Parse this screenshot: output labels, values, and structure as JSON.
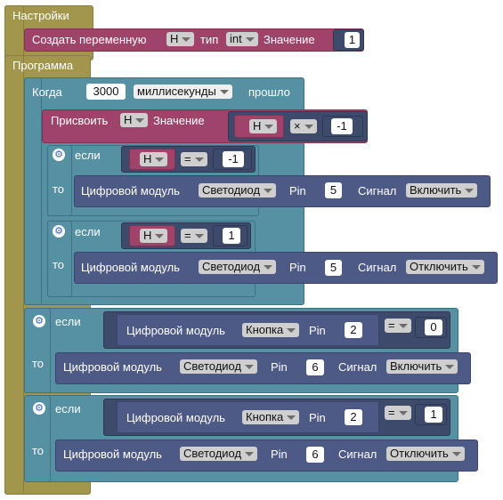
{
  "settings": {
    "title": "Настройки",
    "create_var_label": "Создать переменную",
    "var_name": "H",
    "type_label": "тип",
    "type_value": "int",
    "value_label": "Значение",
    "initial_value": "1"
  },
  "program": {
    "title": "Программа",
    "timer": {
      "when_label": "Когда",
      "interval": "3000",
      "unit": "миллисекунды",
      "elapsed_label": "прошло"
    },
    "assign": {
      "label": "Присвоить",
      "var": "H",
      "value_label": "Значение",
      "op_var": "H",
      "operator": "×",
      "operand": "-1"
    },
    "inner_if_1": {
      "if_label": "если",
      "var": "H",
      "operator": "=",
      "compare": "-1",
      "then_label": "то",
      "action_label": "Цифровой модуль",
      "device": "Светодиод",
      "pin_label": "Pin",
      "pin": "5",
      "signal_label": "Сигнал",
      "signal": "Включить"
    },
    "inner_if_2": {
      "if_label": "если",
      "var": "H",
      "operator": "=",
      "compare": "1",
      "then_label": "то",
      "action_label": "Цифровой модуль",
      "device": "Светодиод",
      "pin_label": "Pin",
      "pin": "5",
      "signal_label": "Сигнал",
      "signal": "Отключить"
    },
    "outer_if_1": {
      "if_label": "если",
      "cond_label": "Цифровой модуль",
      "cond_device": "Кнопка",
      "cond_pin_label": "Pin",
      "cond_pin": "2",
      "operator": "=",
      "compare": "0",
      "then_label": "то",
      "action_label": "Цифровой модуль",
      "device": "Светодиод",
      "pin_label": "Pin",
      "pin": "6",
      "signal_label": "Сигнал",
      "signal": "Включить"
    },
    "outer_if_2": {
      "if_label": "если",
      "cond_label": "Цифровой модуль",
      "cond_device": "Кнопка",
      "cond_pin_label": "Pin",
      "cond_pin": "2",
      "operator": "=",
      "compare": "1",
      "then_label": "то",
      "action_label": "Цифровой модуль",
      "device": "Светодиод",
      "pin_label": "Pin",
      "pin": "6",
      "signal_label": "Сигнал",
      "signal": "Отключить"
    }
  }
}
